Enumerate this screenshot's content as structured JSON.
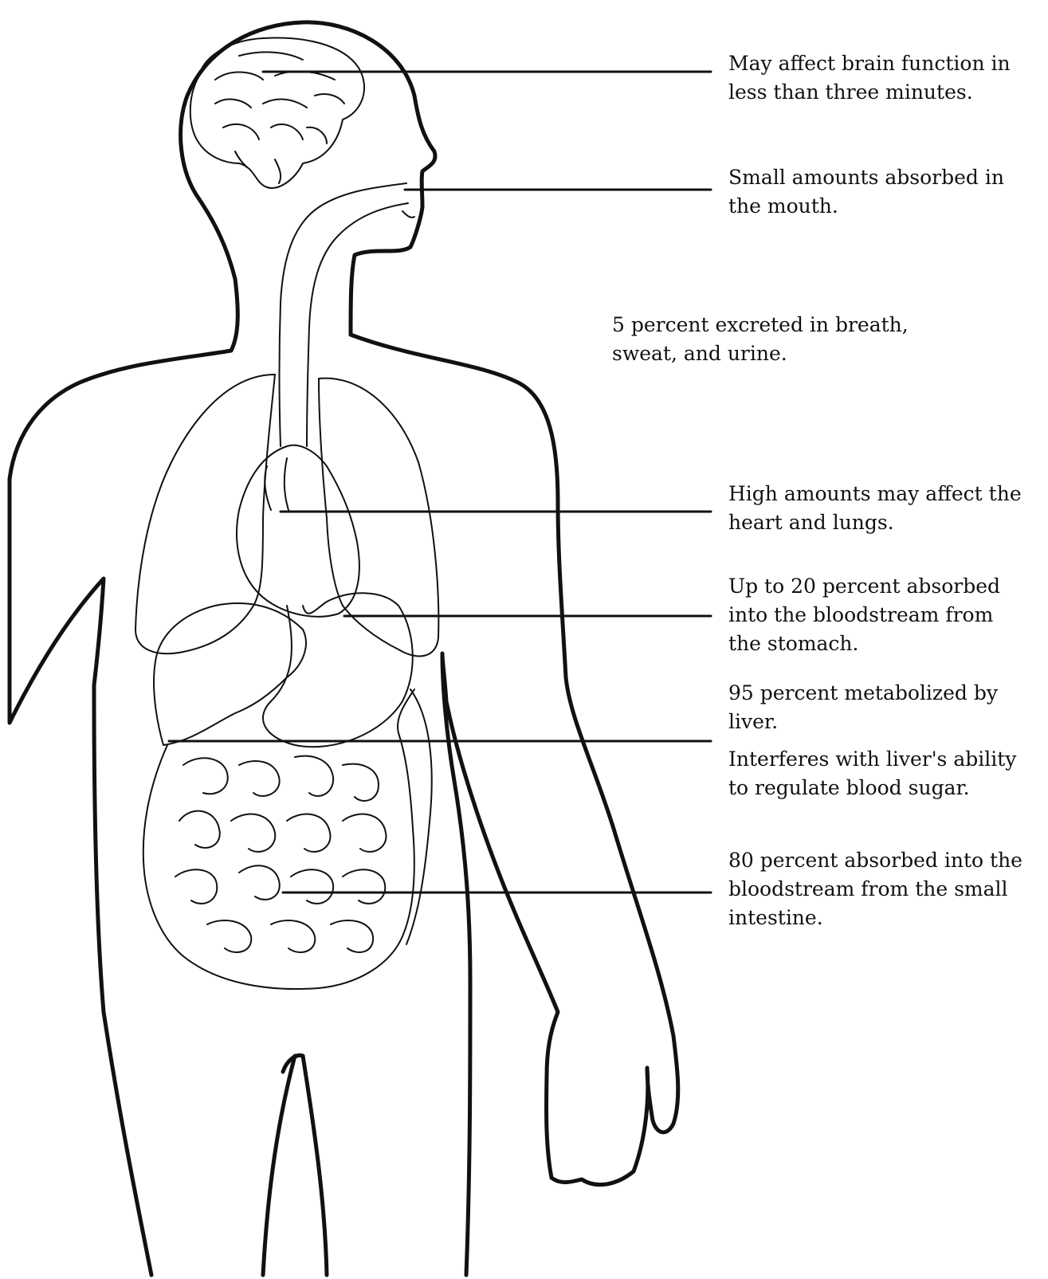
{
  "colors": {
    "ink": "#111111",
    "background": "#ffffff"
  },
  "annotations": {
    "brain": "May affect brain function in\nless than three minutes.",
    "mouth": "Small amounts absorbed in\nthe mouth.",
    "breath": "5 percent excreted in breath,\nsweat, and urine.",
    "heart_lungs": "High amounts may affect the\nheart and lungs.",
    "stomach": "Up to 20 percent absorbed\ninto the bloodstream from\nthe stomach.",
    "liver_metabolized": "95 percent metabolized by\nliver.",
    "liver_sugar": "Interferes with liver's ability\nto regulate blood sugar.",
    "small_intestine": "80 percent absorbed into the\nbloodstream from the small\nintestine."
  }
}
